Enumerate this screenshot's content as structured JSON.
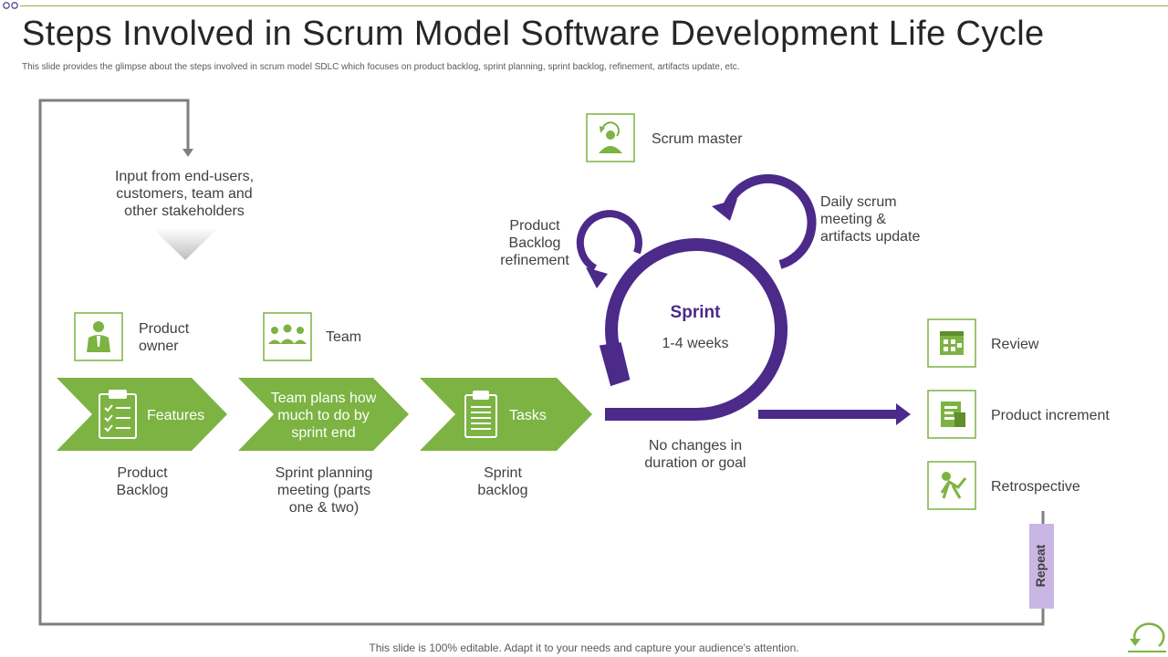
{
  "header": {
    "title": "Steps Involved in Scrum Model Software Development Life Cycle",
    "subtitle": "This slide provides the glimpse about the steps involved in scrum model SDLC which focuses on product backlog, sprint planning, sprint backlog, refinement, artifacts update, etc."
  },
  "input": {
    "text": "Input from end-users, customers, team and other stakeholders"
  },
  "roles": {
    "product_owner": "Product owner",
    "team": "Team",
    "scrum_master": "Scrum master"
  },
  "steps": [
    {
      "chevron": "Features",
      "caption": "Product Backlog"
    },
    {
      "chevron": "Team plans how much to do by sprint end",
      "caption": "Sprint planning meeting (parts one & two)"
    },
    {
      "chevron": "Tasks",
      "caption": "Sprint backlog"
    }
  ],
  "sprint": {
    "title": "Sprint",
    "duration": "1-4 weeks",
    "refinement": "Product Backlog refinement",
    "daily": "Daily scrum meeting & artifacts update",
    "constraint": "No changes in duration or goal"
  },
  "outcomes": [
    "Review",
    "Product increment",
    "Retrospective"
  ],
  "repeat": "Repeat",
  "footer": "This slide is 100% editable. Adapt it to your needs and capture your audience's attention.",
  "colors": {
    "green": "#7cb342",
    "purple": "#4b2a8a",
    "lavender": "#c9b6e4",
    "gray_line": "#7f7f7f"
  },
  "icons": {
    "product_owner": "person-icon",
    "team": "team-icon",
    "scrum_master": "scrum-master-icon",
    "features": "checklist-icon",
    "tasks": "clipboard-icon",
    "review": "review-board-icon",
    "product_increment": "increment-chart-icon",
    "retrospective": "retrospective-icon",
    "logo": "cycle-logo-icon"
  }
}
